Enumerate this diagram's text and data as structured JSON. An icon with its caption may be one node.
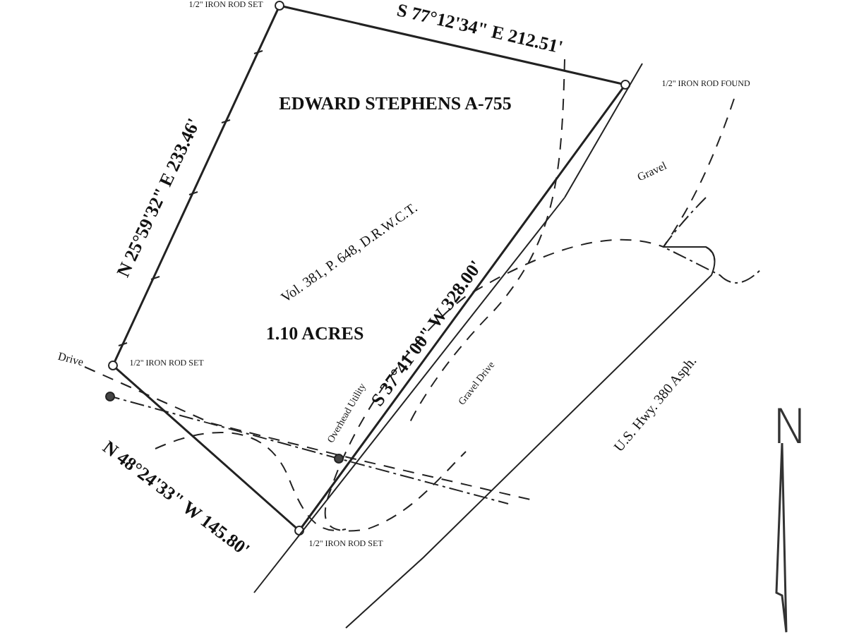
{
  "diagram": {
    "labels": [
      "1/2\" IRON ROD SET",
      "S 77°12'34\" E 212.51'",
      "1/2\" IRON ROD FOUND",
      "EDWARD STEPHENS A-755",
      "N 25°59'32\" E 233.46'",
      "Gravel",
      "Vol. 381, P. 648, D.R.W.C.T.",
      "1.10 ACRES",
      "Drive",
      "1/2\" IRON ROD SET",
      "S 37°41'00\" W 328.00'",
      "Overhead Utility",
      "Gravel Drive",
      "U.S. Hwy. 380 Asph.",
      "N 48°24'33\" W 145.80'",
      "1/2\" IRON ROD SET",
      "N"
    ]
  }
}
